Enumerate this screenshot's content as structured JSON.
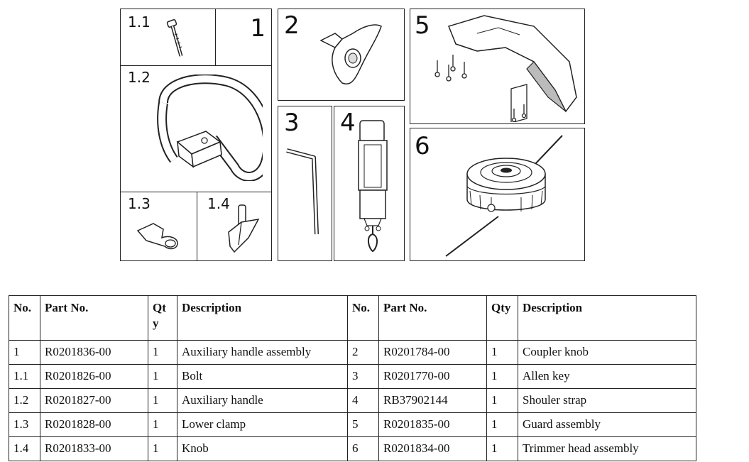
{
  "figure": {
    "labels": {
      "p1": "1",
      "p1_1": "1.1",
      "p1_2": "1.2",
      "p1_3": "1.3",
      "p1_4": "1.4",
      "p2": "2",
      "p3": "3",
      "p4": "4",
      "p5": "5",
      "p6": "6"
    },
    "illustrations": {
      "p1_1": "bolt-illustration",
      "p1_2": "auxiliary-handle-illustration",
      "p1_3": "lower-clamp-illustration",
      "p1_4": "knob-illustration",
      "p2": "coupler-knob-illustration",
      "p3": "allen-key-illustration",
      "p4": "shoulder-strap-illustration",
      "p5": "guard-assembly-illustration",
      "p6": "trimmer-head-illustration"
    }
  },
  "table": {
    "headers": [
      "No.",
      "Part No.",
      "Qt\ny",
      "Description",
      "No.",
      "Part No.",
      "Qty",
      "Description"
    ],
    "rows": [
      [
        "1",
        "R0201836-00",
        "1",
        "Auxiliary handle assembly",
        "2",
        "R0201784-00",
        "1",
        "Coupler knob"
      ],
      [
        "1.1",
        "R0201826-00",
        "1",
        "Bolt",
        "3",
        "R0201770-00",
        "1",
        "Allen key"
      ],
      [
        "1.2",
        "R0201827-00",
        "1",
        "Auxiliary handle",
        "4",
        "RB37902144",
        "1",
        "Shouler strap"
      ],
      [
        "1.3",
        "R0201828-00",
        "1",
        "Lower clamp",
        "5",
        "R0201835-00",
        "1",
        "Guard assembly"
      ],
      [
        "1.4",
        "R0201833-00",
        "1",
        "Knob",
        "6",
        "R0201834-00",
        "1",
        "Trimmer head assembly"
      ]
    ]
  }
}
